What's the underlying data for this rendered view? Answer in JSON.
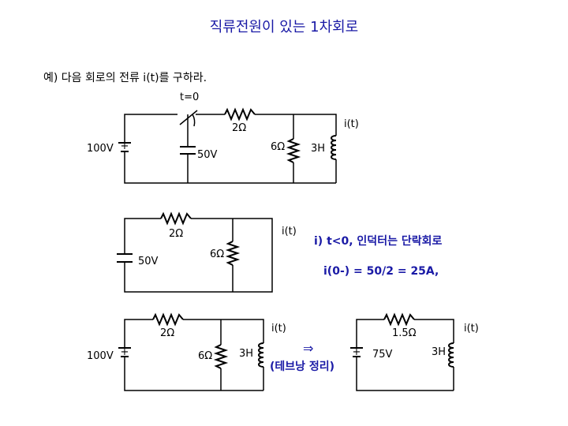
{
  "title": "직류전원이 있는 1차회로",
  "problem": "예) 다음 회로의 전류 i(t)를 구하라.",
  "circuit1": {
    "switch": "t=0",
    "r_top": "2Ω",
    "source": "100V",
    "cap": "50V",
    "r_mid": "6Ω",
    "inductor": "3H",
    "current": "i(t)"
  },
  "circuit2": {
    "r_top": "2Ω",
    "cap": "50V",
    "r": "6Ω",
    "current": "i(t)"
  },
  "note1": "i) t<0,  인덕터는 단락회로",
  "note2": "i(0-) = 50/2 = 25A,",
  "circuit3": {
    "r_top": "2Ω",
    "source": "100V",
    "r": "6Ω",
    "inductor": "3H",
    "current": "i(t)"
  },
  "arrow": "⇒",
  "thevenin_label": "(테브낭 정리)",
  "circuit4": {
    "r_top": "1.5Ω",
    "source": "75V",
    "inductor": "3H",
    "current": "i(t)"
  }
}
